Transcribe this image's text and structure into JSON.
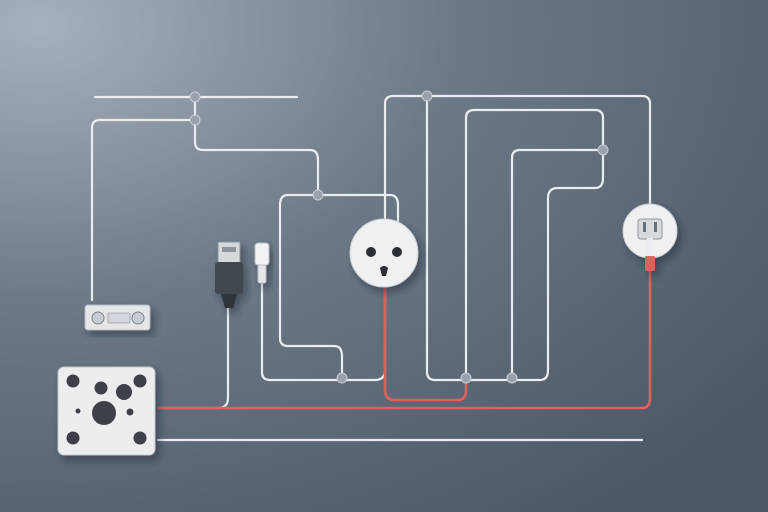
{
  "illustration": {
    "subject": "wiring-diagram",
    "colors": {
      "background_light": "#a7b1bc",
      "background_mid": "#6d7987",
      "background_dark": "#4c5766",
      "wire_white": "#e9edf1",
      "wire_red": "#e0605c",
      "junction": "#9aa3ad",
      "device_white": "#ecedee",
      "device_dark": "#3d4148",
      "usb_connector": "#3f4650"
    },
    "components": [
      {
        "name": "switch-plate",
        "icon": "multi-socket-plate"
      },
      {
        "name": "usb-plug",
        "icon": "usb-cable-plug"
      },
      {
        "name": "small-plug",
        "icon": "lightning-plug"
      },
      {
        "name": "round-outlet",
        "icon": "wall-outlet-face"
      },
      {
        "name": "wall-plug",
        "icon": "wall-plug-with-red-cable"
      },
      {
        "name": "terminal-block",
        "icon": "screw-terminal-strip"
      }
    ]
  }
}
